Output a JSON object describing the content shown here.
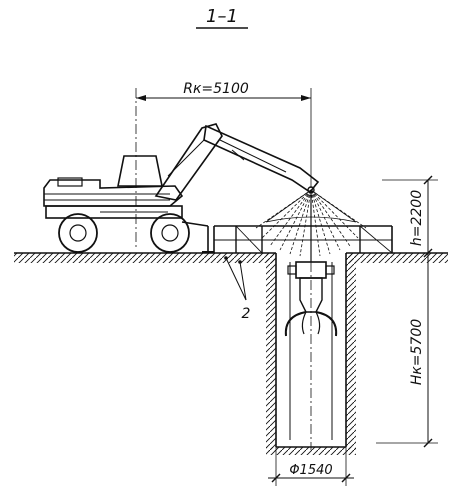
{
  "section_title": "1–1",
  "labels": {
    "reach": "Rк=5100",
    "pit_depth": "Hк=5700",
    "height": "h=2200",
    "diameter": "Φ1540",
    "callout": "2"
  },
  "colors": {
    "ink": "#111111",
    "background": "#ffffff"
  }
}
